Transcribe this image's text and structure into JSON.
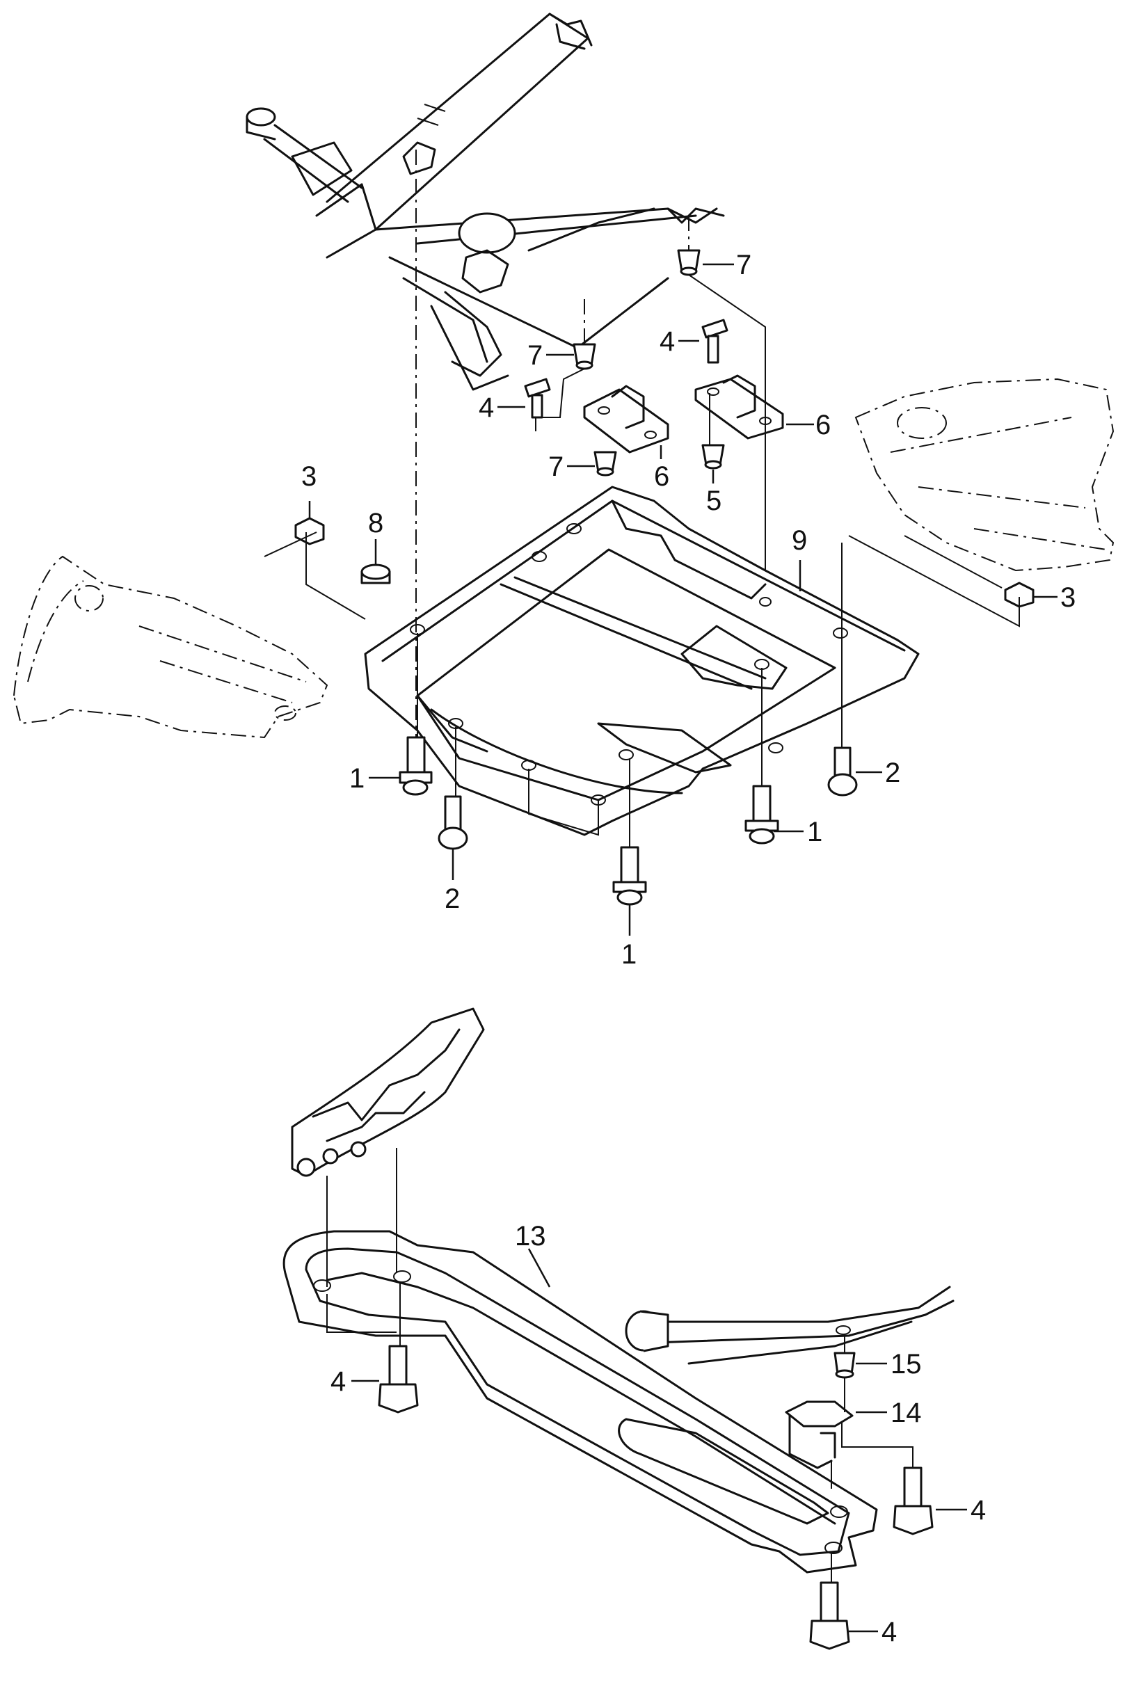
{
  "diagram": {
    "callouts": [
      {
        "id": "c7a",
        "label": "7"
      },
      {
        "id": "c7b",
        "label": "7"
      },
      {
        "id": "c4a",
        "label": "4"
      },
      {
        "id": "c4b",
        "label": "4"
      },
      {
        "id": "c6a",
        "label": "6"
      },
      {
        "id": "c7c",
        "label": "7"
      },
      {
        "id": "c6b",
        "label": "6"
      },
      {
        "id": "c5",
        "label": "5"
      },
      {
        "id": "c3a",
        "label": "3"
      },
      {
        "id": "c8",
        "label": "8"
      },
      {
        "id": "c9",
        "label": "9"
      },
      {
        "id": "c3b",
        "label": "3"
      },
      {
        "id": "c1a",
        "label": "1"
      },
      {
        "id": "c2a",
        "label": "2"
      },
      {
        "id": "c2b",
        "label": "2"
      },
      {
        "id": "c1b",
        "label": "1"
      },
      {
        "id": "c1c",
        "label": "1"
      },
      {
        "id": "c13",
        "label": "13"
      },
      {
        "id": "c15",
        "label": "15"
      },
      {
        "id": "c14",
        "label": "14"
      },
      {
        "id": "c4c",
        "label": "4"
      },
      {
        "id": "c4d",
        "label": "4"
      },
      {
        "id": "c4e",
        "label": "4"
      }
    ]
  }
}
